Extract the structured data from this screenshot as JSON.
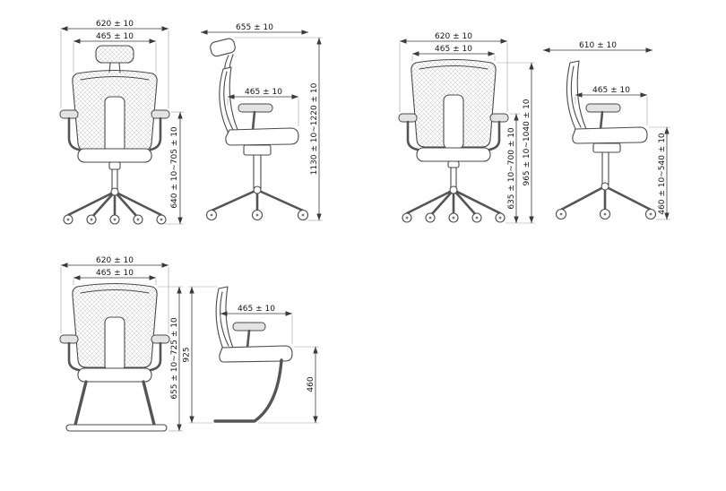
{
  "page": {
    "background": "#ffffff",
    "line_color": "#4a4a4a",
    "dimension_color": "#3a3a3a"
  },
  "figures": [
    {
      "id": "swivel-headrest-front",
      "view": "front",
      "chair": "swivel chair with headrest",
      "dims": {
        "overall_width": "620 ± 10",
        "back_width": "465 ± 10",
        "side_height": "640 ± 10~705 ± 10"
      }
    },
    {
      "id": "swivel-headrest-side",
      "view": "side",
      "chair": "swivel chair with headrest",
      "dims": {
        "overall_depth": "655 ± 10",
        "seat_depth": "465 ± 10",
        "overall_height": "1130 ± 10~1220 ± 10"
      }
    },
    {
      "id": "swivel-front",
      "view": "front",
      "chair": "swivel chair without headrest",
      "dims": {
        "overall_width": "620 ± 10",
        "back_width": "465 ± 10",
        "inner_height": "635 ± 10~700 ± 10",
        "overall_height": "965 ± 10~1040 ± 10"
      }
    },
    {
      "id": "swivel-side",
      "view": "side",
      "chair": "swivel chair without headrest",
      "dims": {
        "overall_depth": "610 ± 10",
        "seat_depth": "465 ± 10",
        "seat_height": "460 ± 10~540 ± 10"
      }
    },
    {
      "id": "visitor-front",
      "view": "front",
      "chair": "cantilever visitor chair",
      "dims": {
        "overall_width": "620 ± 10",
        "back_width": "465 ± 10",
        "side_height": "655 ± 10~725 ± 10"
      }
    },
    {
      "id": "visitor-side",
      "view": "side",
      "chair": "cantilever visitor chair",
      "dims": {
        "seat_depth": "465 ± 10",
        "overall_height": "925",
        "seat_height": "460"
      }
    }
  ]
}
